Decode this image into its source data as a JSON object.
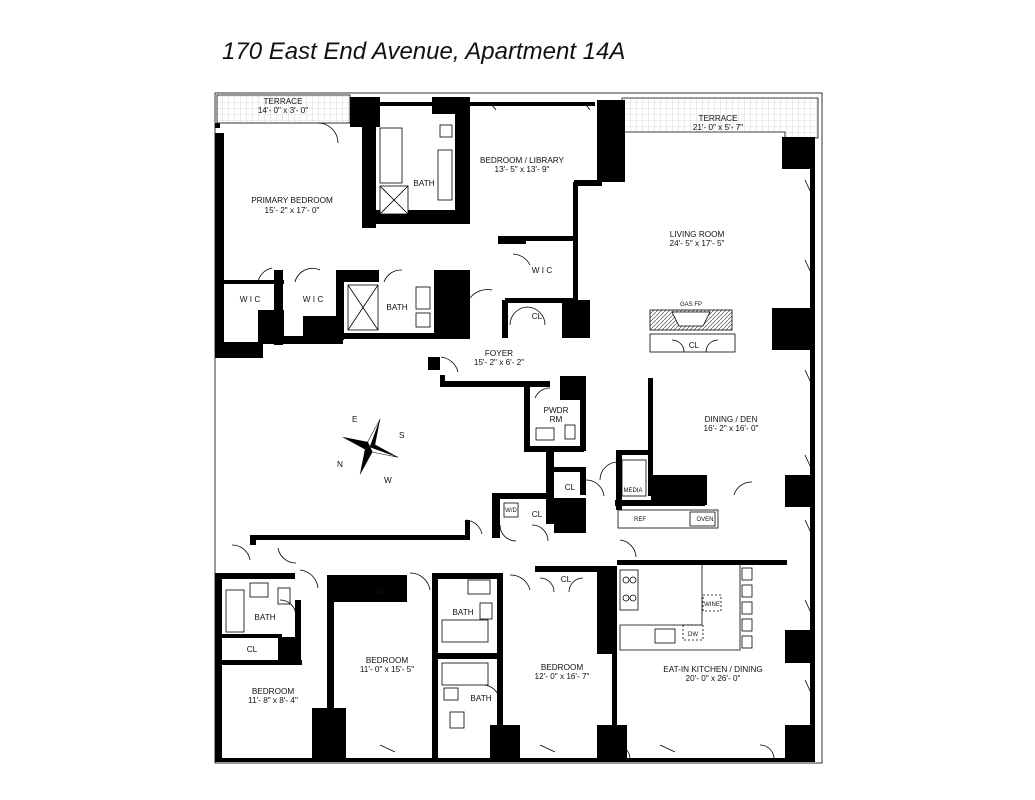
{
  "title": "170 East End Avenue, Apartment 14A",
  "rooms": {
    "terrace_west": {
      "name": "TERRACE",
      "dims": "14'- 0\" x 3'- 0\""
    },
    "terrace_east": {
      "name": "TERRACE",
      "dims": "21'- 0\" x 5'- 7\""
    },
    "primary_bedroom": {
      "name": "PRIMARY BEDROOM",
      "dims": "15'- 2\" x 17'- 0\""
    },
    "bedroom_library": {
      "name": "BEDROOM / LIBRARY",
      "dims": "13'- 5\" x 13'- 9\""
    },
    "living_room": {
      "name": "LIVING ROOM",
      "dims": "24'- 5\" x 17'- 5\""
    },
    "foyer": {
      "name": "FOYER",
      "dims": "15'- 2\" x 6'- 2\""
    },
    "dining_den": {
      "name": "DINING / DEN",
      "dims": "16'- 2\" x 16'- 0\""
    },
    "bedroom_a": {
      "name": "BEDROOM",
      "dims": "11'- 0\" x 15'- 5\""
    },
    "bedroom_b": {
      "name": "BEDROOM",
      "dims": "12'- 0\" x 16'- 7\""
    },
    "bedroom_c": {
      "name": "BEDROOM",
      "dims": "11'- 8\" x 8'- 4\""
    },
    "kitchen": {
      "name": "EAT-IN KITCHEN / DINING",
      "dims": "20'- 0\" x 26'- 0\""
    }
  },
  "labels": {
    "bath": "BATH",
    "wic": "W I C",
    "cl": "CL",
    "pwdr": "PWDR",
    "rm": "RM",
    "gas_fp": "GAS FP",
    "media": "MEDIA",
    "ref": "REF",
    "oven": "OVEN",
    "wine": "WINE",
    "dw": "DW",
    "wd": "W/D"
  },
  "compass": {
    "n": "N",
    "s": "S",
    "e": "E",
    "w": "W"
  }
}
